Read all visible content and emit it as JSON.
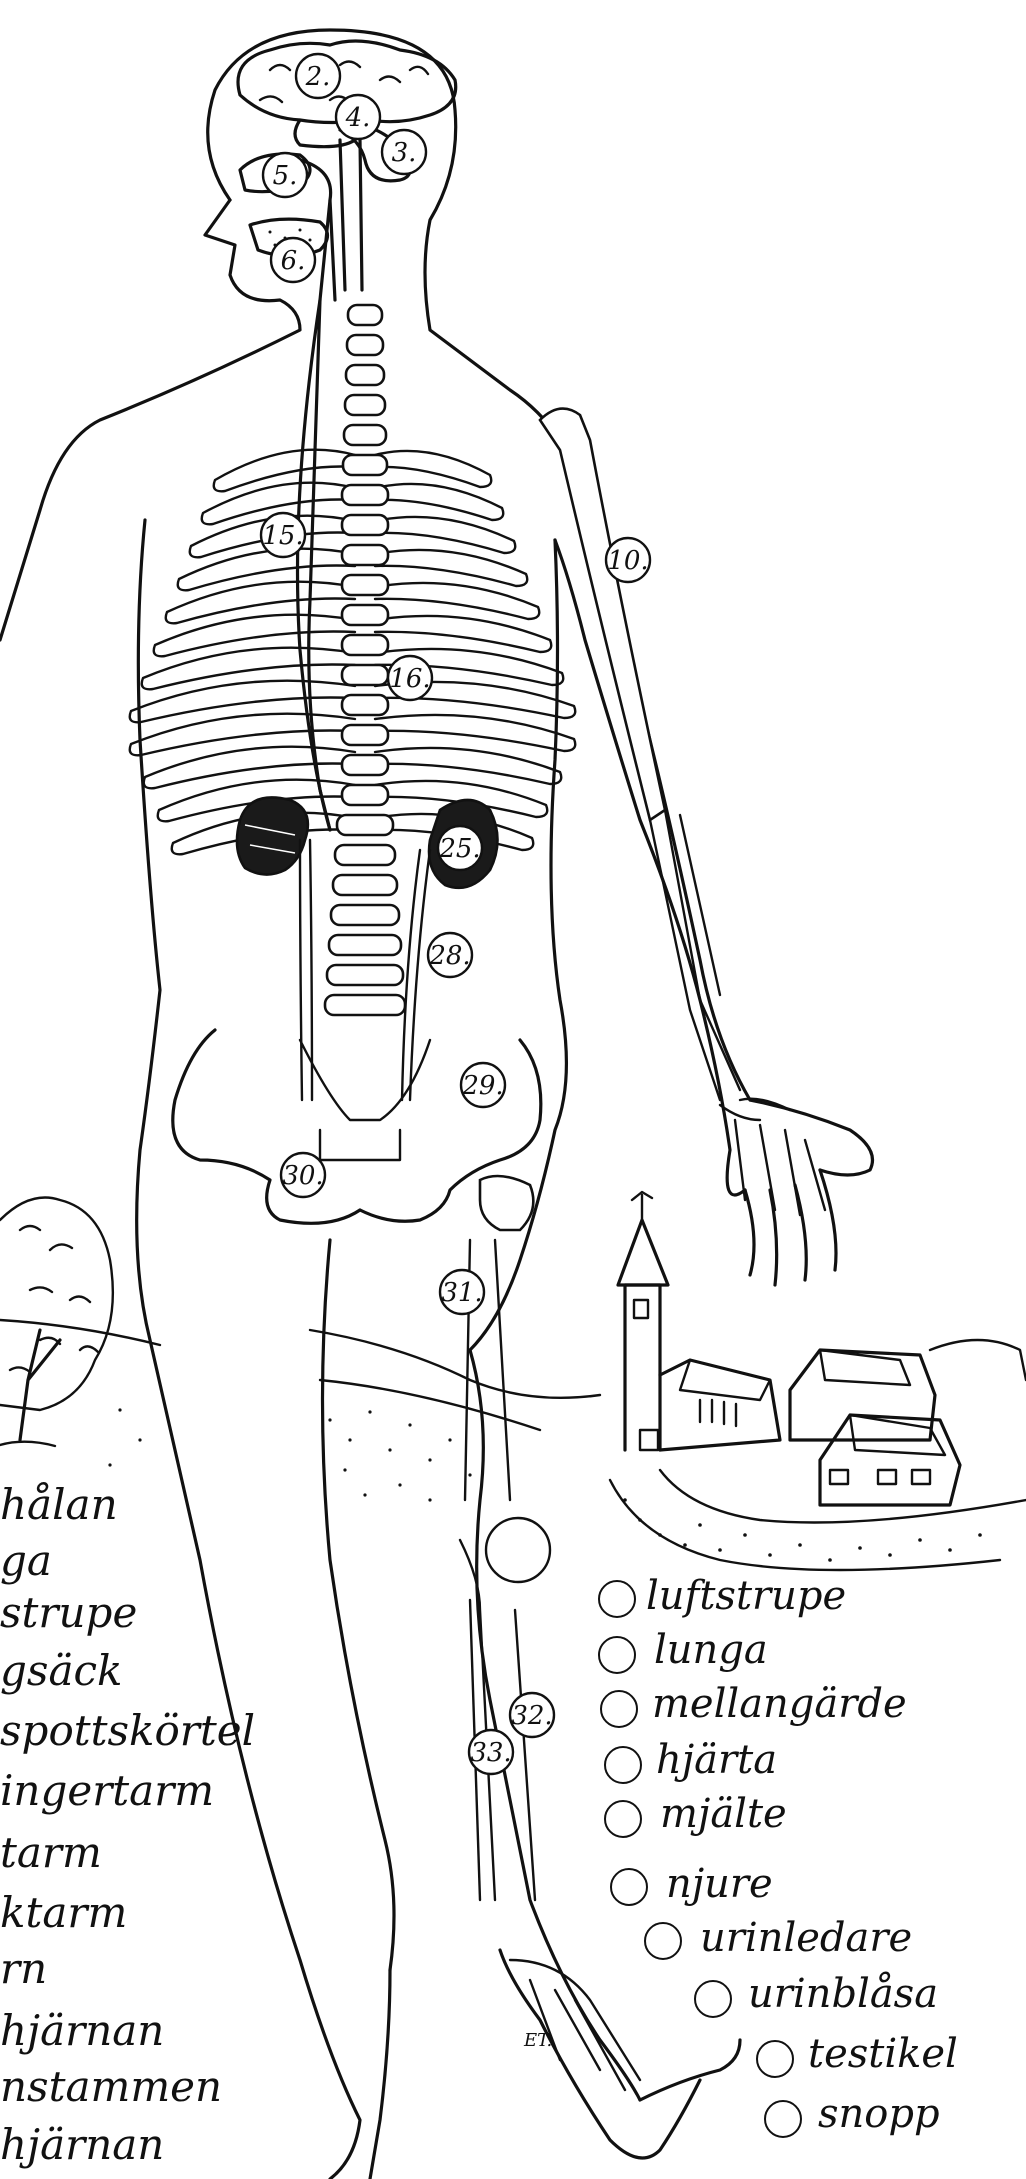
{
  "diagram": {
    "numbers": [
      "2.",
      "4.",
      "3.",
      "5.",
      "6.",
      "15.",
      "10.",
      "16.",
      "25.",
      "28.",
      "29.",
      "30.",
      "31.",
      "32.",
      "33."
    ],
    "right_labels": [
      "luftstrupe",
      "lunga",
      "mellangärde",
      "hjärta",
      "mjälte",
      "njure",
      "urinledare",
      "urinblåsa",
      "testikel",
      "snopp"
    ],
    "left_labels": [
      "hålan",
      "ga",
      "strupe",
      "gsäck",
      "spottskörtel",
      "ingertarm",
      "tarm",
      "ktarm",
      "rn",
      "hjärnan",
      "nstammen",
      "hjärnan"
    ],
    "signature": "ET."
  }
}
